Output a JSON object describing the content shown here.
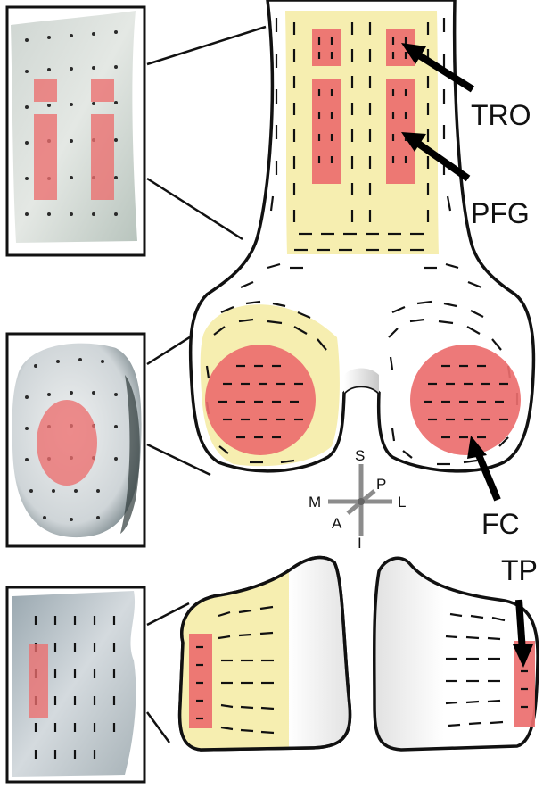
{
  "labels": {
    "tro": "TRO",
    "pfg": "PFG",
    "fc": "FC",
    "tp": "TP"
  },
  "axes": {
    "superior": "S",
    "inferior": "I",
    "medial": "M",
    "lateral": "L",
    "anterior": "A",
    "posterior": "P"
  },
  "colors": {
    "region_highlight": "#ec6e6e",
    "region_background": "#f6eeb0",
    "outline": "#111111"
  }
}
